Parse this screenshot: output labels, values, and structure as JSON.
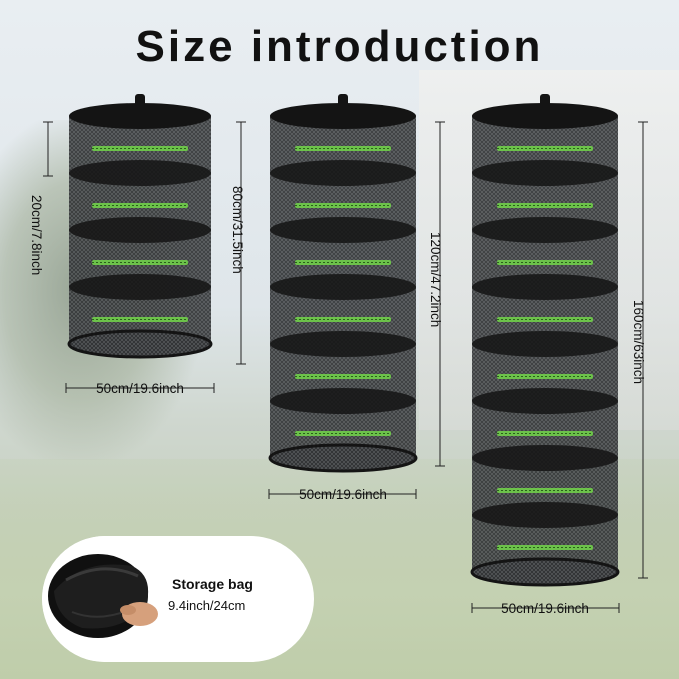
{
  "title": "Size introduction",
  "racks": [
    {
      "height_label": "20cm/7.8inch",
      "width_label": "50cm/19.6inch",
      "tiers": 4
    },
    {
      "height_label": "80cm/31.5inch",
      "total_label": "120cm/47.2inch",
      "width_label": "50cm/19.6inch",
      "tiers": 6
    },
    {
      "height_label": "160cm/63inch",
      "width_label": "50cm/19.6inch",
      "tiers": 8
    }
  ],
  "storage_bag": {
    "title": "Storage bag",
    "size": "9.4inch/24cm"
  },
  "colors": {
    "mesh": "#3a3c3e",
    "zipper": "#6cc24a",
    "ring": "#141414"
  }
}
